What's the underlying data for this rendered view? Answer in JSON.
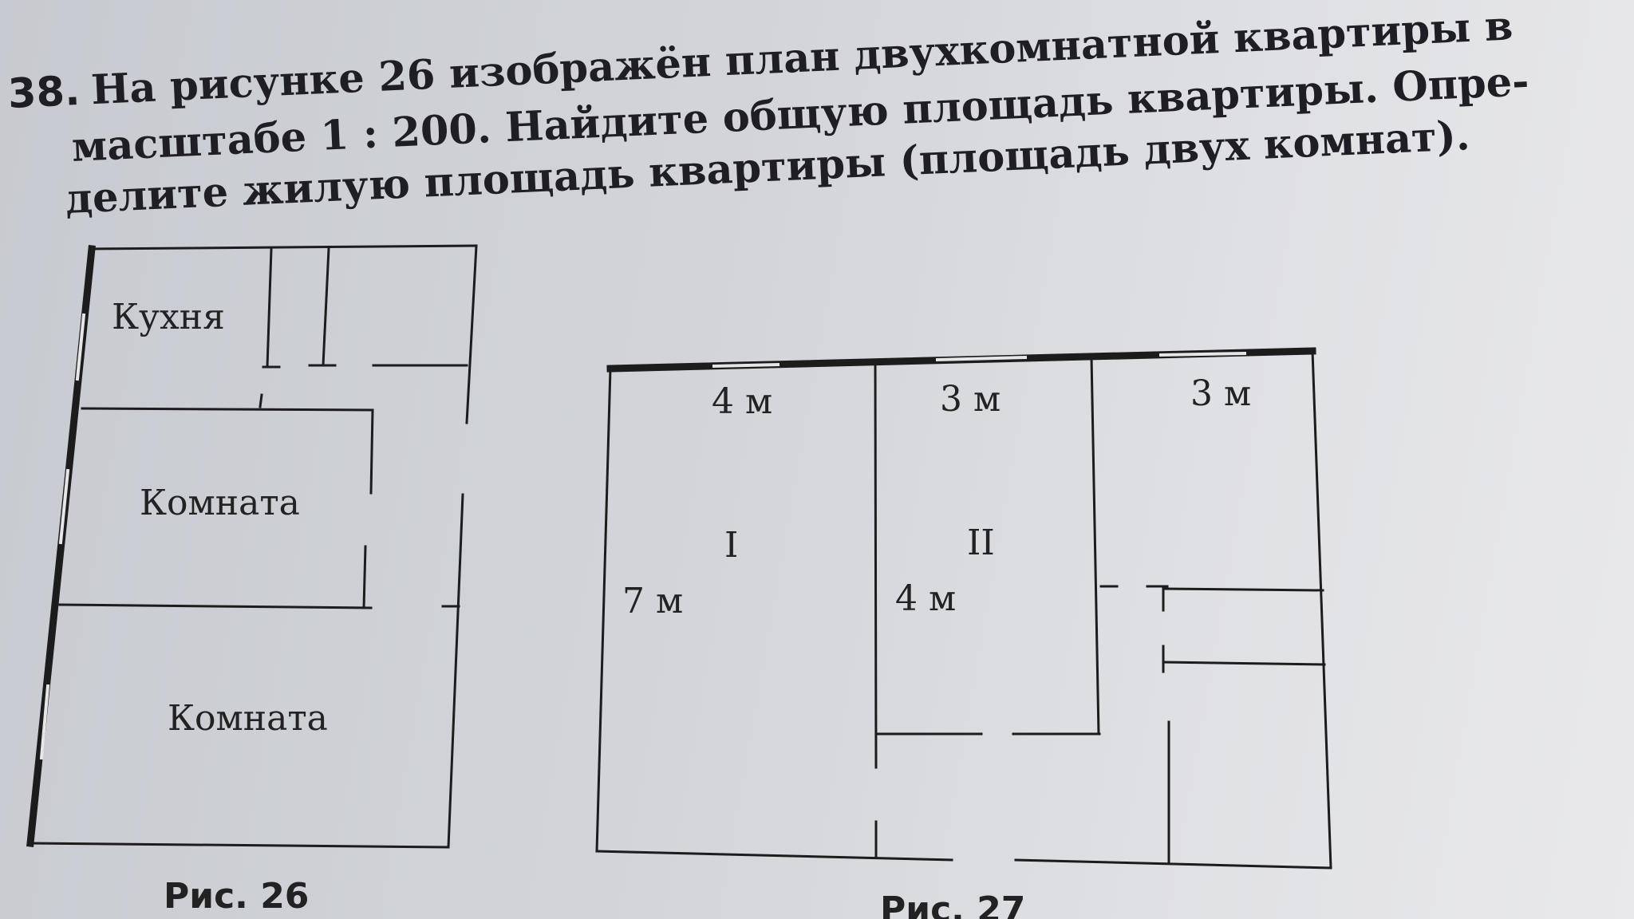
{
  "problem": {
    "number": "38.",
    "lines": [
      "На рисунке 26 изображён план двухкомнатной квартиры в",
      "масштабе 1 : 200. Найдите общую площадь квартиры. Опре-",
      "делите жилую площадь квартиры (площадь двух комнат)."
    ]
  },
  "figure26": {
    "caption": "Рис. 26",
    "rooms": [
      "Кухня",
      "Комната",
      "Комната"
    ]
  },
  "figure27": {
    "caption": "Рис. 27",
    "dimensions": [
      "4 м",
      "3 м",
      "3 м",
      "7 м",
      "4 м"
    ],
    "room_numbers": [
      "I",
      "II"
    ]
  }
}
